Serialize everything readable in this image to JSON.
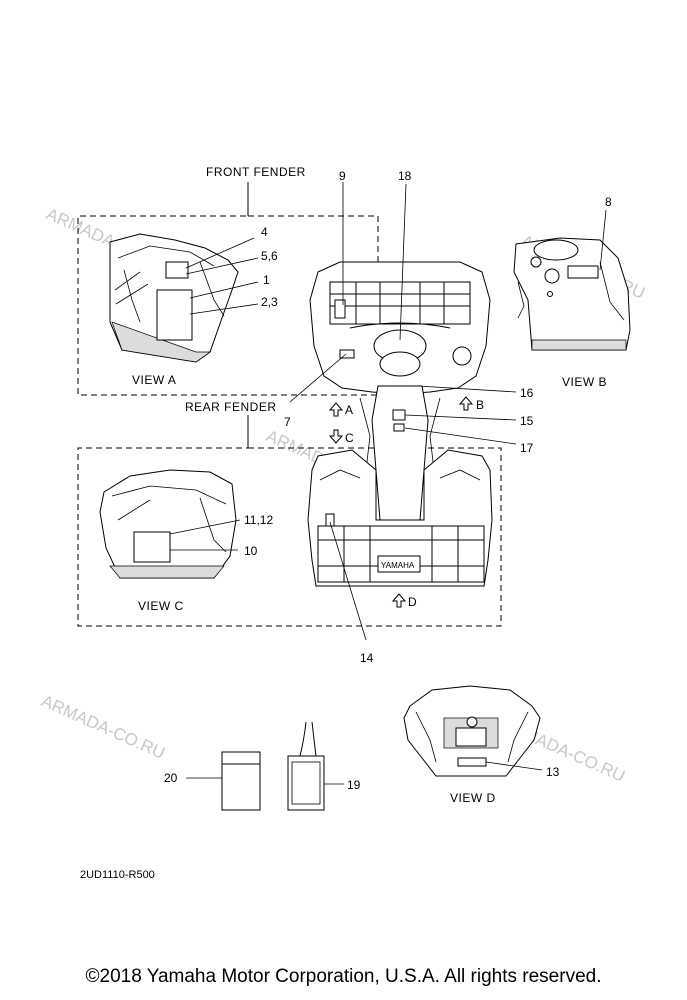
{
  "watermark": "ARMADA-CO.RU",
  "labels": {
    "front_fender": "FRONT  FENDER",
    "rear_fender": "REAR  FENDER",
    "view_a": "VIEW A",
    "view_b": "VIEW B",
    "view_c": "VIEW C",
    "view_d": "VIEW D",
    "arrow_a": "A",
    "arrow_b": "B",
    "arrow_c": "C",
    "arrow_d": "D",
    "brand_plate": "YAMAHA"
  },
  "callouts": {
    "c1": "1",
    "c23": "2,3",
    "c4": "4",
    "c56": "5,6",
    "c7": "7",
    "c8": "8",
    "c9": "9",
    "c10": "10",
    "c1112": "11,12",
    "c13": "13",
    "c14": "14",
    "c15": "15",
    "c16": "16",
    "c17": "17",
    "c18": "18",
    "c19": "19",
    "c20": "20"
  },
  "drawing_code": "2UD1110-R500",
  "copyright": "©2018 Yamaha Motor Corporation, U.S.A. All rights reserved."
}
